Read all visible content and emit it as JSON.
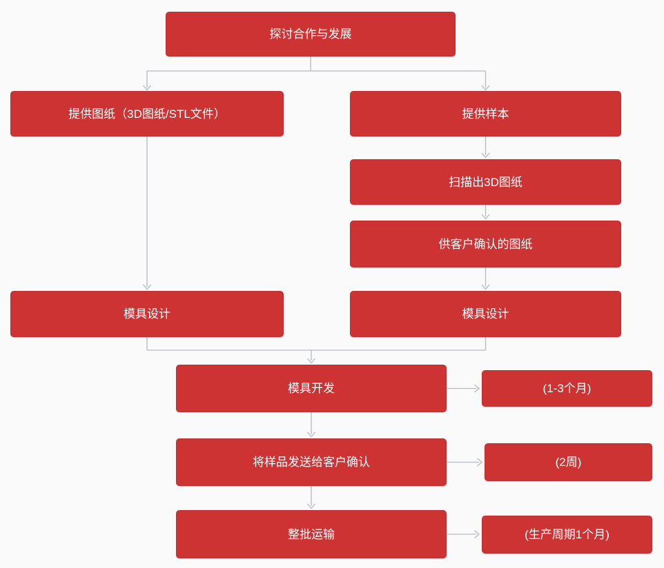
{
  "diagram": {
    "nodes": {
      "discuss": "探讨合作与发展",
      "provide_drawings": "提供图纸（3D图纸/STL文件）",
      "provide_sample": "提供样本",
      "scan_3d": "扫描出3D图纸",
      "drawings_for_confirmation": "供客户确认的图纸",
      "mold_design_left": "模具设计",
      "mold_design_right": "模具设计",
      "mold_development": "模具开发",
      "send_samples_to_customer": "将样品发送给客户确认",
      "batch_shipping": "整批运输"
    },
    "annotations": {
      "mold_development_duration": "(1-3个月)",
      "sample_confirmation_duration": "(2周)",
      "production_cycle_duration": "(生产周期1个月)"
    },
    "colors": {
      "node_fill": "#cd3333",
      "node_border": "#bd2f31",
      "node_text": "#ffffff",
      "connector": "#b4bac0",
      "background": "#fafafa"
    }
  }
}
